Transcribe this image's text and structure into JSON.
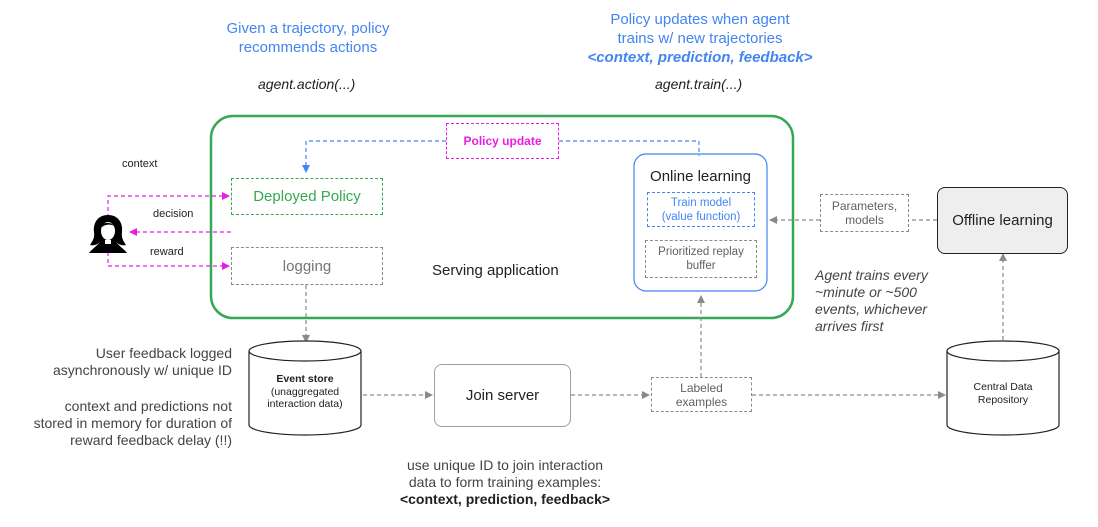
{
  "captions": {
    "left_title_1": "Given a trajectory, policy",
    "left_title_2": "recommends actions",
    "left_code": "agent.action(...)",
    "right_title_1": "Policy updates when agent",
    "right_title_2": "trains w/ new trajectories",
    "right_title_3": "<context, prediction, feedback>",
    "right_code": "agent.train(...)"
  },
  "serving": {
    "label": "Serving application",
    "policy_update": "Policy update",
    "deployed_policy": "Deployed Policy",
    "logging": "logging",
    "online_learning": {
      "title": "Online learning",
      "train_model_1": "Train model",
      "train_model_2": "(value function)",
      "replay_1": "Prioritized replay",
      "replay_2": "buffer"
    }
  },
  "user_arrows": {
    "context": "context",
    "decision": "decision",
    "reward": "reward"
  },
  "params": {
    "line1": "Parameters,",
    "line2": "models"
  },
  "offline_learning": "Offline learning",
  "agent_trains_note": [
    "Agent trains every",
    "~minute or ~500",
    "events, whichever",
    "arrives first"
  ],
  "left_notes": {
    "feedback_1": "User feedback logged",
    "feedback_2": "asynchronously w/ unique ID",
    "memory_1": "context and predictions not",
    "memory_2": "stored in memory for duration of",
    "memory_3": "reward feedback delay (!!)"
  },
  "event_store": {
    "title": "Event store",
    "line2": "(unaggregated",
    "line3": "interaction data)"
  },
  "join_server": "Join server",
  "labeled": {
    "line1": "Labeled",
    "line2": "examples"
  },
  "central": {
    "line1": "Central Data",
    "line2": "Repository"
  },
  "bottom_note": {
    "line1": "use unique ID to join interaction",
    "line2": "data to form training examples:",
    "line3": "<context, prediction, feedback>"
  },
  "colors": {
    "green": "#34a853",
    "blue": "#4285f4",
    "magenta": "#e91ee3",
    "gray": "#8a8a8a"
  }
}
